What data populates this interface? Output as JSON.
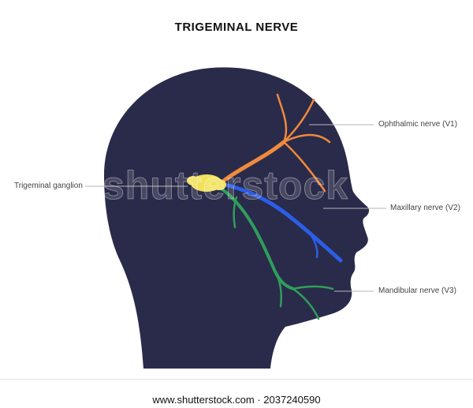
{
  "title": "TRIGEMINAL  NERVE",
  "labels": {
    "ophthalmic": "Ophthalmic nerve (V1)",
    "maxillary": "Maxillary nerve (V2)",
    "mandibular": "Mandibular nerve (V3)",
    "ganglion": "Trigeminal ganglion"
  },
  "watermark": "shutterstock",
  "footer": {
    "text": "www.shutterstock.com · 2037240590"
  },
  "colors": {
    "head": "#2a2b4a",
    "ophthalmic": "#f08a3c",
    "maxillary": "#2b5ee6",
    "mandibular": "#2f9e5b",
    "ganglion": "#f2e15a",
    "leader": "#b5b5b5"
  }
}
